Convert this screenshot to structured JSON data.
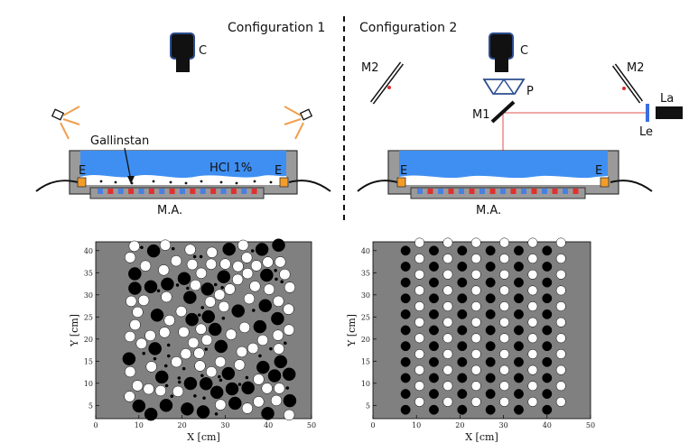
{
  "figure": {
    "config1_title": "Configuration 1",
    "config2_title": "Configuration 2",
    "labels": {
      "camera": "C",
      "prism": "P",
      "mirror1": "M1",
      "mirror2": "M2",
      "laser": "La",
      "lens": "Le",
      "electrode": "E",
      "magnet_array": "M.A.",
      "gallinstan": "Gallinstan",
      "acid": "HCl 1%"
    },
    "colors": {
      "water": "#3f8ff2",
      "container": "#9a9a9a",
      "electrode": "#f39c27",
      "magnet_red": "#e03030",
      "magnet_blue": "#4a7fe0",
      "laser_beam": "#e05050",
      "lamp_rays": "#f0a050",
      "plot_bg": "#808080"
    }
  },
  "chart_data": [
    {
      "type": "scatter",
      "panel": "left",
      "xlabel": "X [cm]",
      "ylabel": "Y [cm]",
      "xlim": [
        0,
        50
      ],
      "ylim": [
        2,
        42
      ],
      "xticks": [
        0,
        10,
        20,
        30,
        40,
        50
      ],
      "yticks": [
        5,
        10,
        15,
        20,
        25,
        30,
        35,
        40
      ],
      "layout": "random",
      "series": [
        {
          "color": "black",
          "count": 60
        },
        {
          "color": "white",
          "count": 85
        },
        {
          "color": "small-black",
          "count": 40
        }
      ]
    },
    {
      "type": "scatter",
      "panel": "right",
      "xlabel": "X [cm]",
      "ylabel": "Y [cm]",
      "xlim": [
        0,
        50
      ],
      "ylim": [
        2,
        42
      ],
      "xticks": [
        0,
        10,
        20,
        30,
        40,
        50
      ],
      "yticks": [
        5,
        10,
        15,
        20,
        25,
        30,
        35,
        40
      ],
      "layout": "lattice",
      "columns_x": [
        7.5,
        10.7,
        14.0,
        17.2,
        20.5,
        23.7,
        27.0,
        30.2,
        33.5,
        36.7,
        40.0,
        43.2
      ],
      "rows_y_even": [
        4.0,
        7.6,
        11.2,
        14.8,
        18.4,
        22.0,
        25.6,
        29.2,
        32.8,
        36.4,
        40.0
      ],
      "rows_y_odd": [
        5.8,
        9.4,
        13.0,
        16.6,
        20.2,
        23.8,
        27.4,
        31.0,
        34.6,
        38.2,
        41.8
      ],
      "black_columns": [
        0,
        2,
        4,
        6,
        8,
        10
      ]
    }
  ]
}
